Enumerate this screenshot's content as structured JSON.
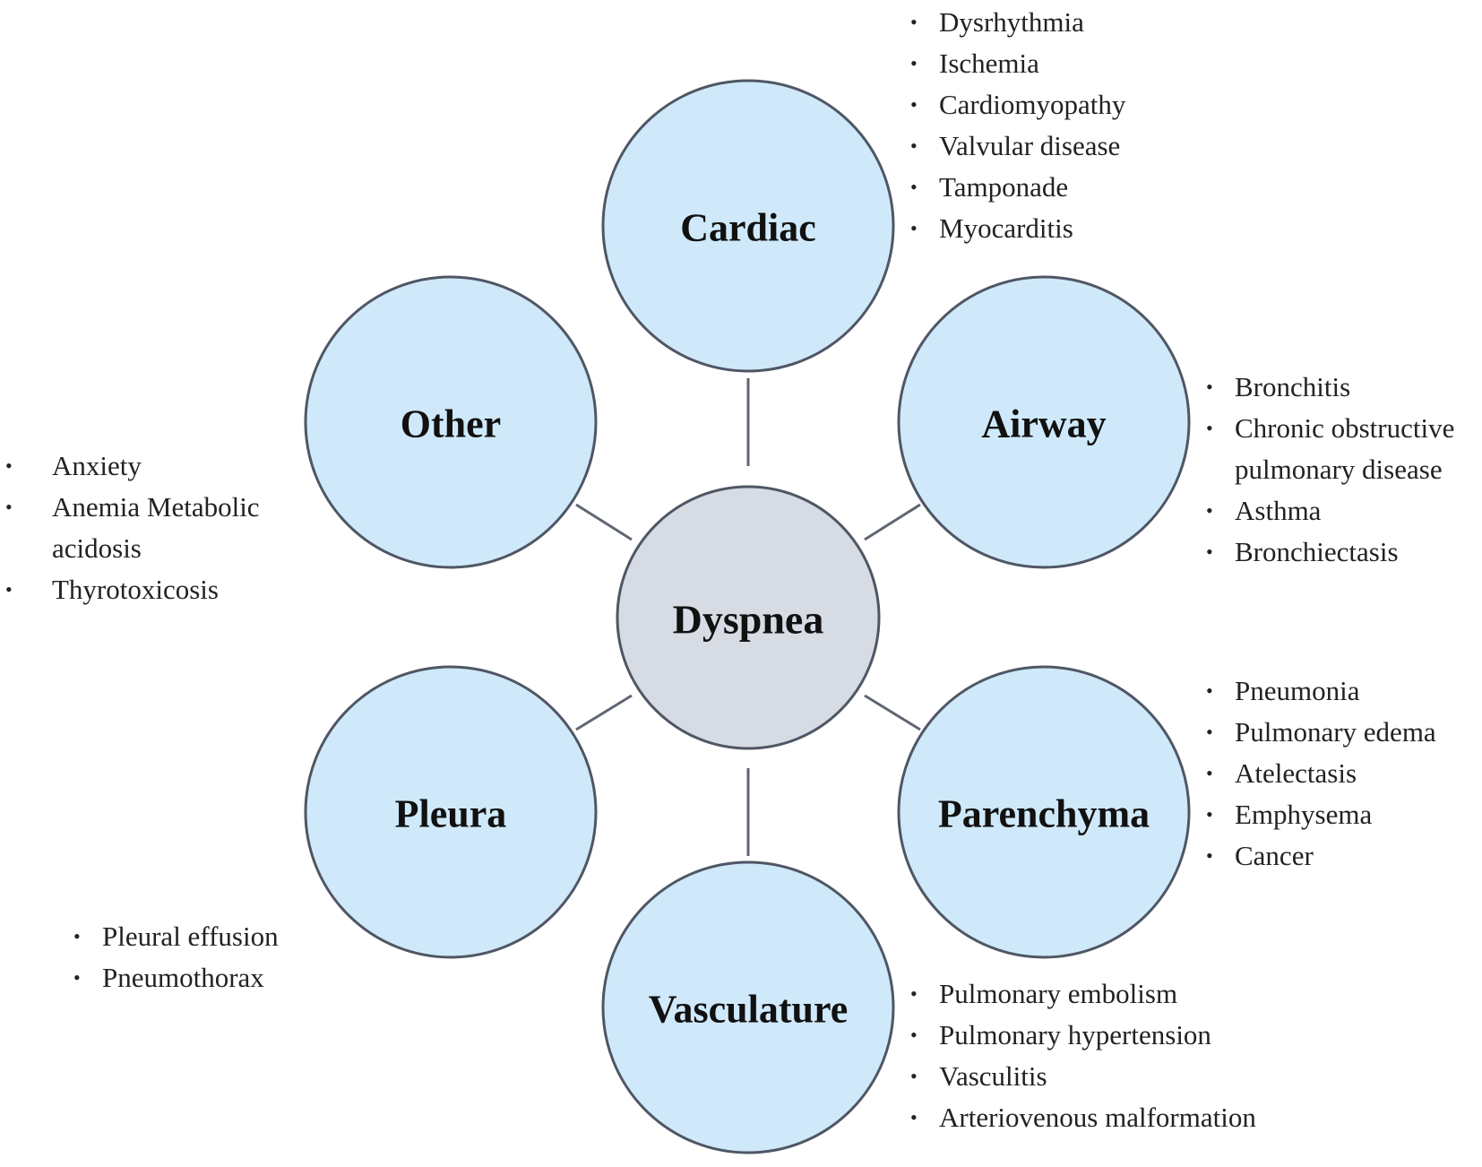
{
  "center": {
    "label": "Dyspnea"
  },
  "categories": [
    {
      "id": "cardiac",
      "label": "Cardiac",
      "items": [
        "Dysrhythmia",
        "Ischemia",
        "Cardiomyopathy",
        "Valvular disease",
        "Tamponade",
        "Myocarditis"
      ]
    },
    {
      "id": "airway",
      "label": "Airway",
      "items": [
        "Bronchitis",
        "Chronic obstructive pulmonary disease",
        "Asthma",
        "Bronchiectasis"
      ]
    },
    {
      "id": "parenchyma",
      "label": "Parenchyma",
      "items": [
        "Pneumonia",
        "Pulmonary edema",
        "Atelectasis",
        "Emphysema",
        "Cancer"
      ]
    },
    {
      "id": "vasculature",
      "label": "Vasculature",
      "items": [
        "Pulmonary embolism",
        "Pulmonary hypertension",
        "Vasculitis",
        "Arteriovenous malformation"
      ]
    },
    {
      "id": "pleura",
      "label": "Pleura",
      "items": [
        "Pleural effusion",
        "Pneumothorax"
      ]
    },
    {
      "id": "other",
      "label": "Other",
      "items": [
        "Anxiety",
        "Anemia Metabolic acidosis",
        "Thyrotoxicosis"
      ]
    }
  ],
  "colors": {
    "category_fill": "#cfe9fa",
    "center_fill": "#d6dbe4",
    "outline": "#4f5664",
    "connector": "#5f6672"
  }
}
